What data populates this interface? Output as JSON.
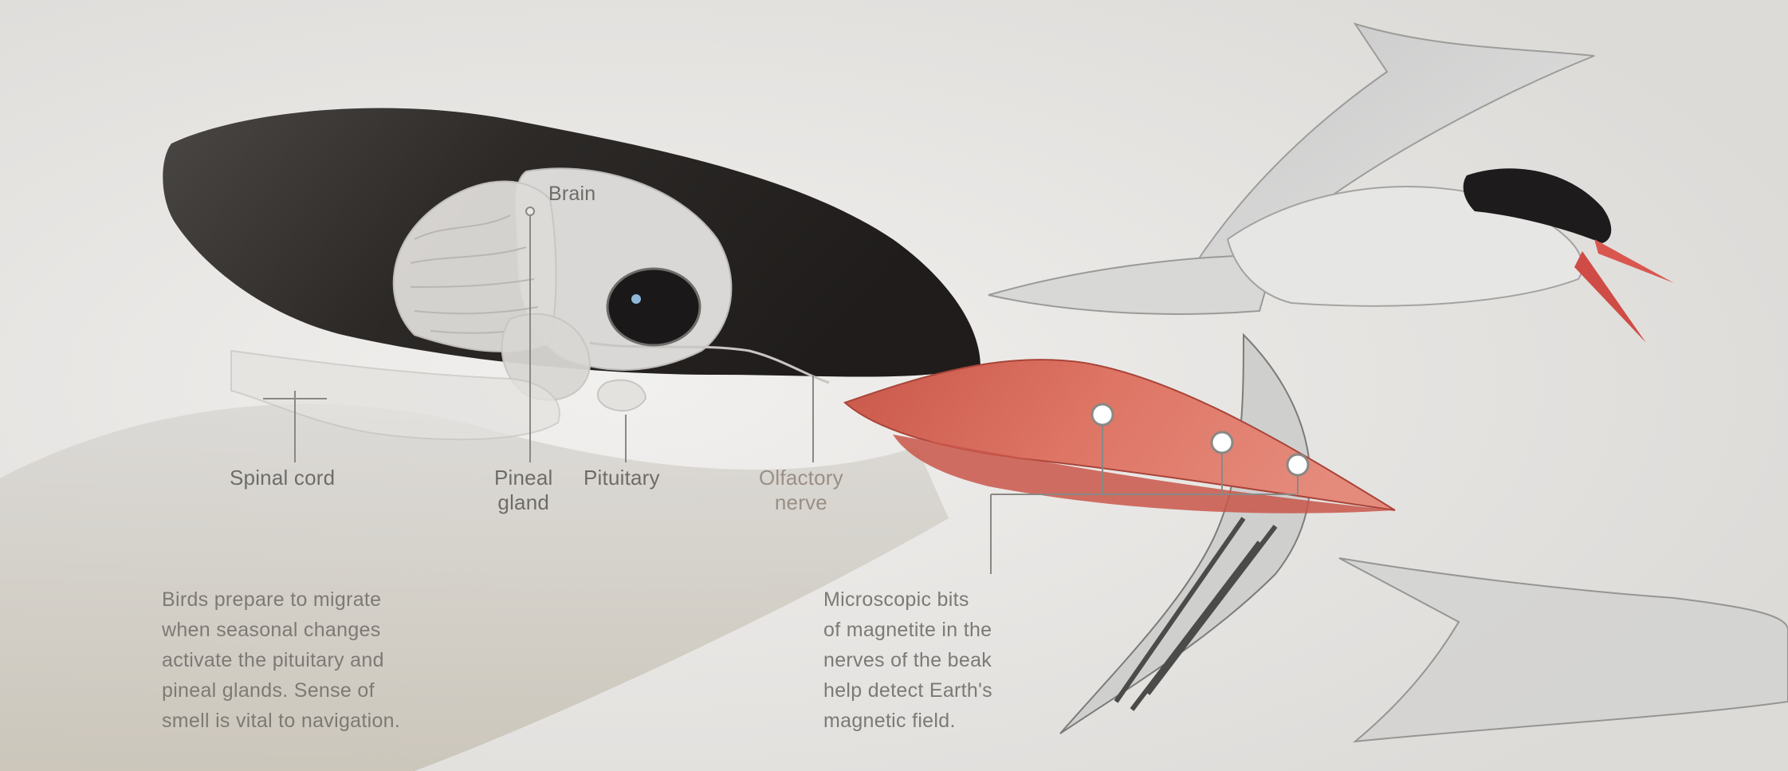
{
  "labels": {
    "brain": "Brain",
    "spinal_cord": "Spinal cord",
    "pineal_gland_line1": "Pineal",
    "pineal_gland_line2": "gland",
    "pituitary": "Pituitary",
    "olfactory_nerve_line1": "Olfactory",
    "olfactory_nerve_line2": "nerve"
  },
  "captions": {
    "migration": [
      "Birds prepare to migrate",
      "when seasonal changes",
      "activate the pituitary and",
      "pineal glands. Sense of",
      "smell is vital to navigation."
    ],
    "magnetite": [
      "Microscopic bits",
      "of magnetite in the",
      "nerves of the beak",
      "help detect Earth's",
      "magnetic field."
    ]
  },
  "colors": {
    "background": "#e9e8e6",
    "head_dark": "#2e2b29",
    "beak": "#d86a5a",
    "leader_line": "#8a8884",
    "text": "#6e6c69"
  }
}
